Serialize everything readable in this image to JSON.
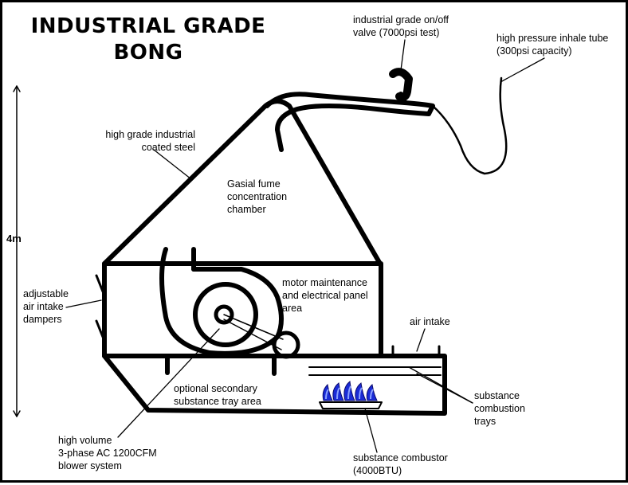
{
  "title": {
    "line1": "INDUSTRIAL GRADE",
    "line2": "BONG"
  },
  "scale_label": "4m",
  "labels": {
    "valve": [
      "industrial grade on/off",
      "valve (7000psi test)"
    ],
    "inhale_tube": [
      "high pressure inhale tube",
      "(300psi capacity)"
    ],
    "coated_steel": [
      "high grade industrial",
      "coated steel"
    ],
    "chamber": [
      "Gasial fume",
      "concentration",
      "chamber"
    ],
    "dampers": [
      "adjustable",
      "air intake",
      "dampers"
    ],
    "motor": [
      "motor maintenance",
      "and electrical panel",
      "area"
    ],
    "air_intake": [
      "air intake"
    ],
    "secondary_tray": [
      "optional secondary",
      "substance tray area"
    ],
    "combustion_trays": [
      "substance",
      "combustion",
      "trays"
    ],
    "blower": [
      "high volume",
      "3-phase AC 1200CFM",
      "blower system"
    ],
    "combustor": [
      "substance combustor",
      "(4000BTU)"
    ]
  },
  "colors": {
    "ink": "#000000",
    "flame_outer": "#1a2bd6",
    "flame_inner": "#8aa0ff",
    "background": "#ffffff"
  }
}
